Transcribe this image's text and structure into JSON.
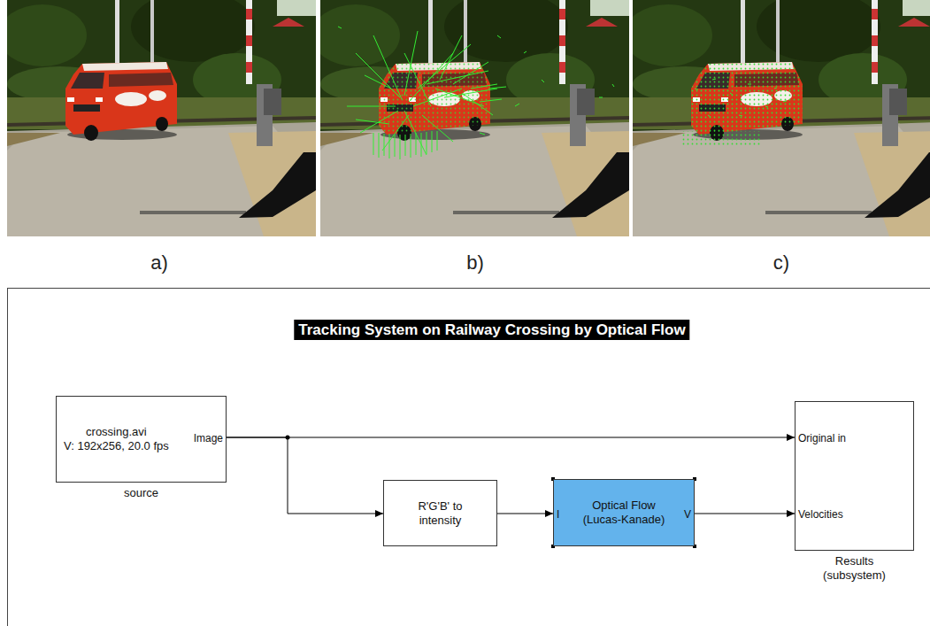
{
  "diagram": {
    "title": "Tracking System on Railway Crossing by Optical Flow",
    "nodes": [
      {
        "text": [
          "crossing.avi V: 192x256, 20.0 fps",
          "Image",
          "source"
        ]
      },
      {
        "text": [
          "R'G'B' to intensity"
        ]
      },
      {
        "text": [
          "Optical Flow (Lucas-Kanade)",
          "I",
          "V"
        ]
      },
      {
        "text": [
          "Original in",
          "Velocities",
          "Results (subsystem)"
        ]
      }
    ],
    "edges": [
      {
        "from": 0,
        "to": 3,
        "arrow": "to"
      },
      {
        "from": 0,
        "to": 1,
        "arrow": "to"
      },
      {
        "from": 1,
        "to": 2,
        "arrow": "to"
      },
      {
        "from": 2,
        "to": 3,
        "arrow": "to"
      }
    ],
    "labels": [
      "a)",
      "b)",
      "c)"
    ]
  }
}
